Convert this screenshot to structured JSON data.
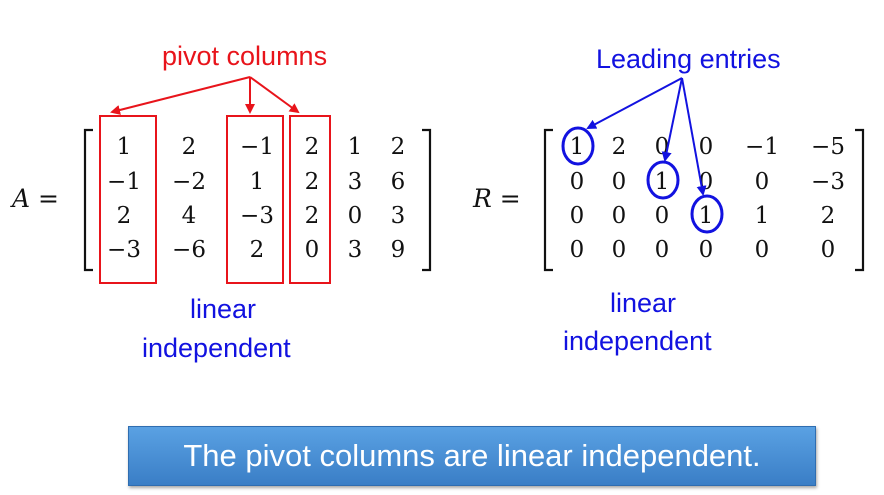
{
  "annotations": {
    "pivot_columns": "pivot columns",
    "leading_entries": "Leading entries",
    "left_linear": "linear",
    "left_independent": "independent",
    "right_linear": "linear",
    "right_independent": "independent"
  },
  "matrix_a": {
    "label": "A =",
    "rows": [
      [
        "1",
        "2",
        "−1",
        "2",
        "1",
        "2"
      ],
      [
        "−1",
        "−2",
        "1",
        "2",
        "3",
        "6"
      ],
      [
        "2",
        "4",
        "−3",
        "2",
        "0",
        "3"
      ],
      [
        "−3",
        "−6",
        "2",
        "0",
        "3",
        "9"
      ]
    ],
    "pivot_columns": [
      1,
      3,
      4
    ]
  },
  "matrix_r": {
    "label": "R =",
    "rows": [
      [
        "1",
        "2",
        "0",
        "0",
        "−1",
        "−5"
      ],
      [
        "0",
        "0",
        "1",
        "0",
        "0",
        "−3"
      ],
      [
        "0",
        "0",
        "0",
        "1",
        "1",
        "2"
      ],
      [
        "0",
        "0",
        "0",
        "0",
        "0",
        "0"
      ]
    ],
    "leading_entries": [
      [
        1,
        1
      ],
      [
        2,
        3
      ],
      [
        3,
        4
      ]
    ]
  },
  "banner": {
    "text": "The pivot columns are linear independent."
  },
  "colors": {
    "red": "#e8141b",
    "blue": "#1212e0",
    "banner": "#4a8fd6"
  }
}
